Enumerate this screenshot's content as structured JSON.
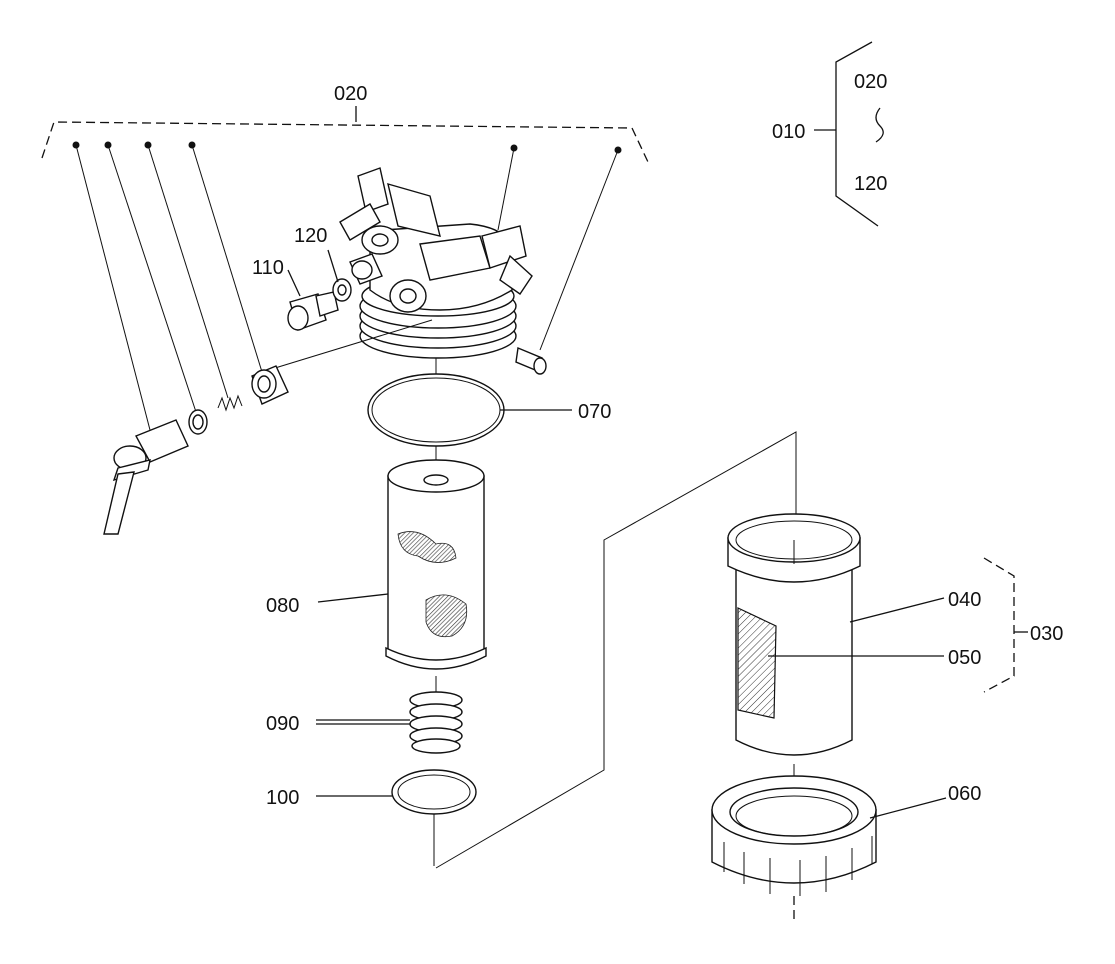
{
  "callouts": {
    "p010": "010",
    "p020": "020",
    "p030": "030",
    "p040": "040",
    "p050": "050",
    "p060": "060",
    "p070": "070",
    "p080": "080",
    "p090": "090",
    "p100": "100",
    "p110": "110",
    "p120": "120",
    "legend_top": "020",
    "legend_bottom": "120",
    "legend_range": "∫"
  },
  "colors": {
    "ink": "#111111",
    "mesh": "#555555",
    "background": "#ffffff"
  }
}
